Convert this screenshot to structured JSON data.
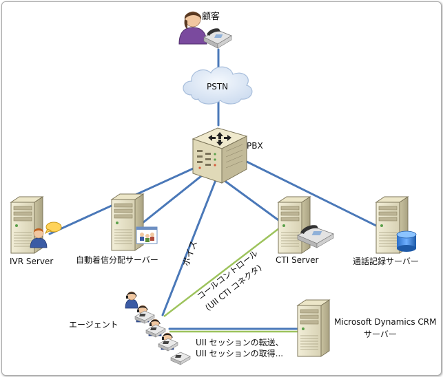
{
  "nodes": {
    "customer": "顧客",
    "pstn": "PSTN",
    "pbx": "PBX",
    "ivr": "IVR Server",
    "acd": "自動着信分配サーバー",
    "cti": "CTI Server",
    "recorder": "通話記録サーバー",
    "agent": "エージェント",
    "crm_line1": "Microsoft Dynamics CRM",
    "crm_line2": "サーバー"
  },
  "edges": {
    "voice": "ボイス",
    "call_control_line1": "コールコントロール",
    "call_control_line2": "(UII CTI コネクタ)",
    "uii_line1": "UII セッションの転送、",
    "uii_line2": "UII セッションの取得..."
  },
  "colors": {
    "connection_line": "#4a78b8",
    "cti_connector_line": "#9dc35c",
    "cloud": "#dce7f5"
  }
}
